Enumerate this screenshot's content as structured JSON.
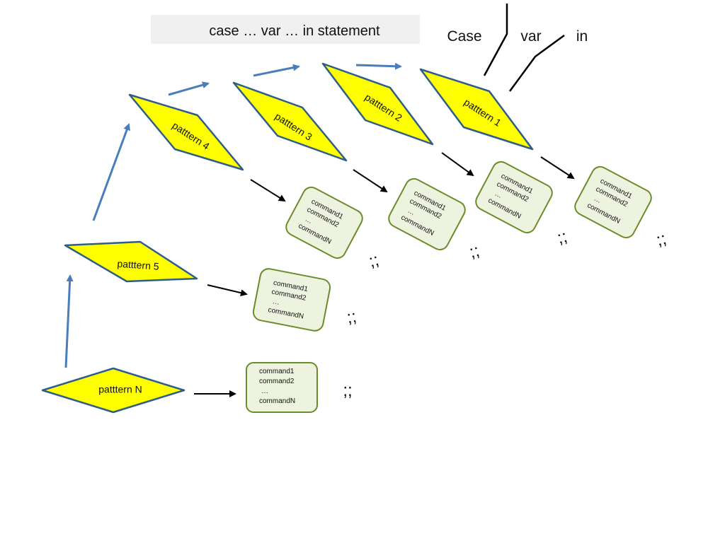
{
  "title": "case … var … in statement",
  "keywords": [
    "Case",
    "var",
    "in"
  ],
  "patterns": [
    "patttern 1",
    "patttern 2",
    "patttern 3",
    "patttern 4",
    "patttern 5",
    "patttern N"
  ],
  "commands": [
    "command1",
    "command2",
    "…",
    "commandN"
  ],
  "terminator": ";;"
}
